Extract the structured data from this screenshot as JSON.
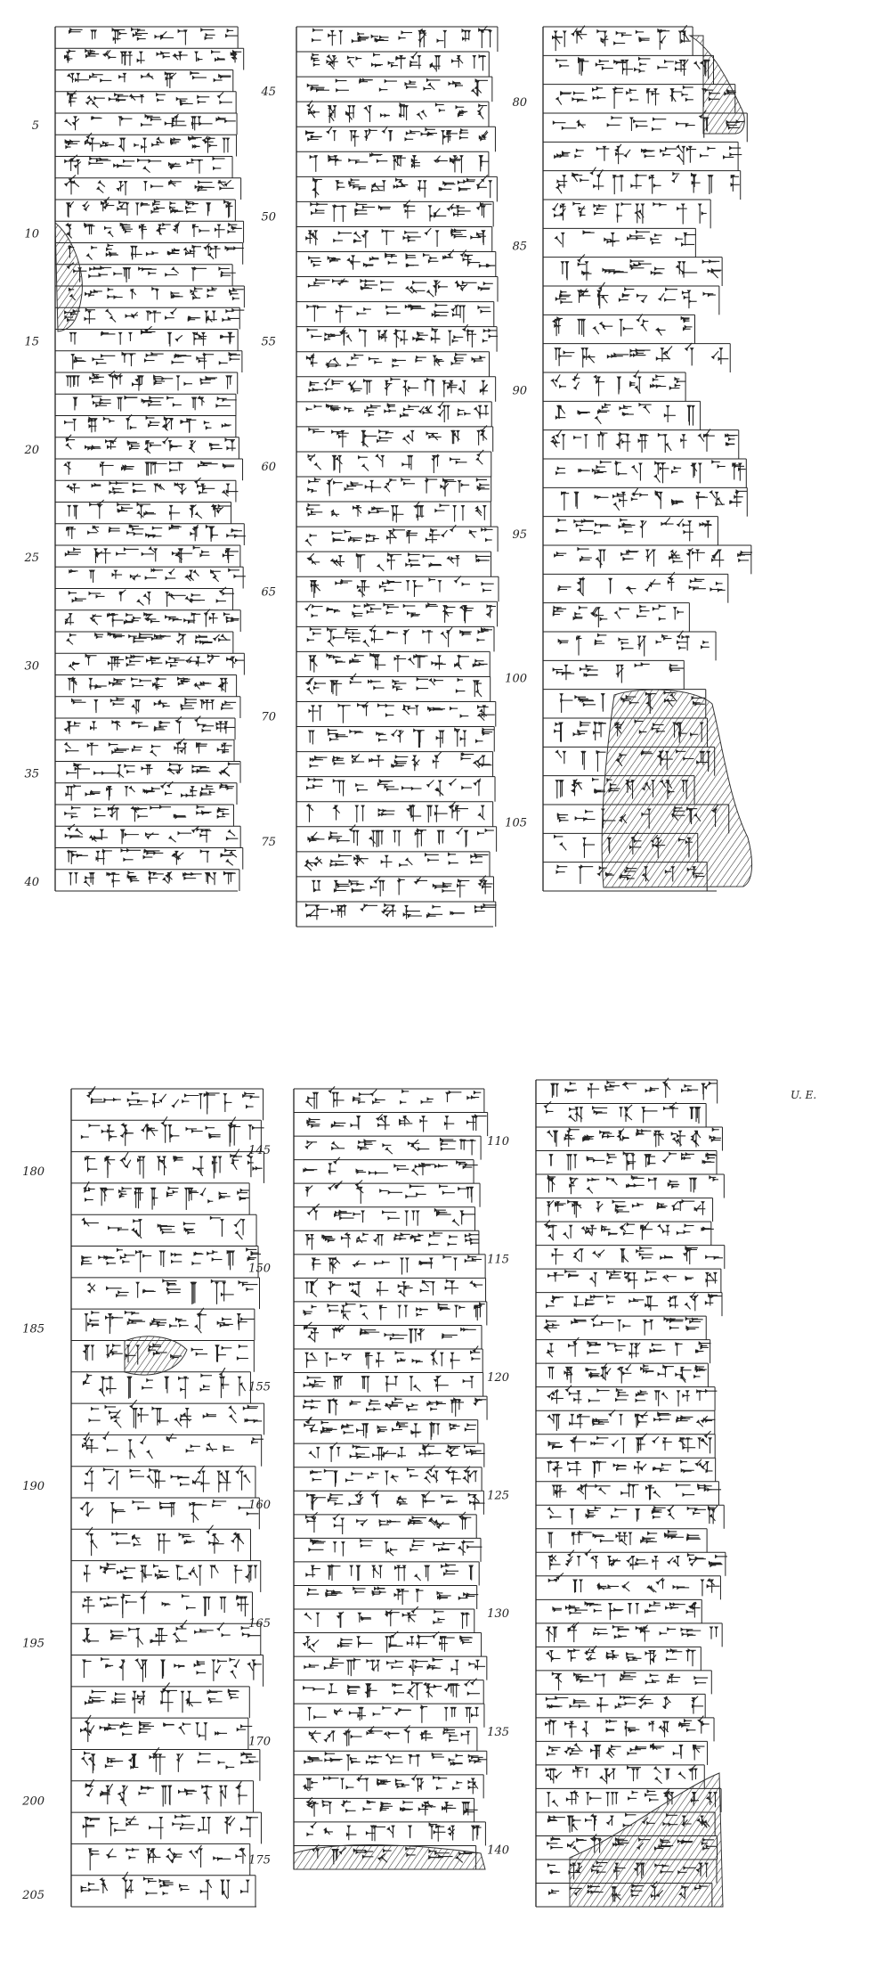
{
  "plate": {
    "ink": "#222222",
    "upper_edge_label": "U. E.",
    "panels": [
      {
        "id": "top-col1",
        "lines": 40,
        "numbers": [
          "5",
          "10",
          "15",
          "20",
          "25",
          "30",
          "35",
          "40"
        ]
      },
      {
        "id": "top-col2",
        "lines": 36,
        "numbers": [
          "45",
          "50",
          "55",
          "60",
          "65",
          "70",
          "75"
        ]
      },
      {
        "id": "top-col3",
        "lines": 30,
        "numbers": [
          "80",
          "85",
          "90",
          "95",
          "100",
          "105"
        ]
      },
      {
        "id": "bot-col1",
        "lines": 26,
        "numbers": [
          "180",
          "185",
          "190",
          "195",
          "200",
          "205"
        ]
      },
      {
        "id": "bot-col2",
        "lines": 33,
        "numbers": [
          "145",
          "150",
          "155",
          "160",
          "165",
          "170",
          "175"
        ]
      },
      {
        "id": "bot-col3",
        "lines": 35,
        "numbers": [
          "110",
          "115",
          "120",
          "125",
          "130",
          "135",
          "140"
        ]
      }
    ]
  }
}
